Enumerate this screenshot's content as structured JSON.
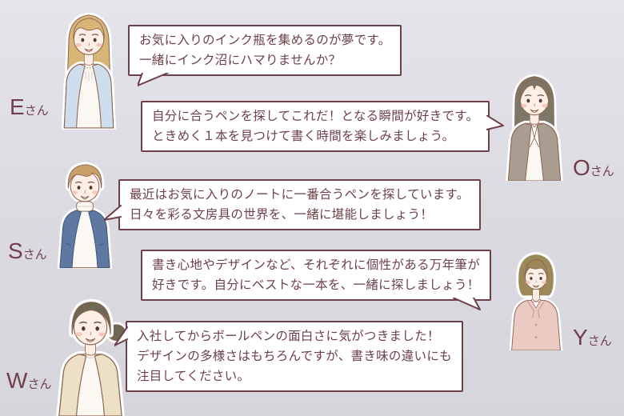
{
  "page": {
    "background_top": "#e5e4ea",
    "background_bottom": "#d6d5db"
  },
  "colors": {
    "bubble_bg": "#ffffff",
    "bubble_border": "#6e4049",
    "text": "#6e4049",
    "name": "#713f4c"
  },
  "members": [
    {
      "initial": "E",
      "suffix": "さん",
      "avatar": "woman-long-blonde-hair-light-blue-jacket",
      "lines": [
        "お気に入りのインク瓶を集めるのが夢です。",
        "一緒にインク沼にハマりませんか？"
      ]
    },
    {
      "initial": "O",
      "suffix": "さん",
      "avatar": "woman-long-dark-hair-gray-tweed-jacket",
      "lines": [
        "自分に合うペンを探してこれだ！となる瞬間が好きです。",
        "ときめく１本を見つけて書く時間を楽しみましょう。"
      ]
    },
    {
      "initial": "S",
      "suffix": "さん",
      "avatar": "man-short-brown-hair-denim-jacket-white-turtleneck",
      "lines": [
        "最近はお気に入りのノートに一番合うペンを探しています。",
        "日々を彩る文房具の世界を、一緒に堪能しましょう！"
      ]
    },
    {
      "initial": "Y",
      "suffix": "さん",
      "avatar": "woman-bob-hair-pink-jacket",
      "lines": [
        "書き心地やデザインなど、それぞれに個性がある万年筆が",
        "好きです。自分にベストな一本を、一緒に探しましょう！"
      ]
    },
    {
      "initial": "W",
      "suffix": "さん",
      "avatar": "woman-updo-hair-beige-jacket",
      "lines": [
        "入社してからボールペンの面白さに気がつきました！",
        "デザインの多様さはもちろんですが、書き味の違いにも",
        "注目してください。"
      ]
    }
  ]
}
